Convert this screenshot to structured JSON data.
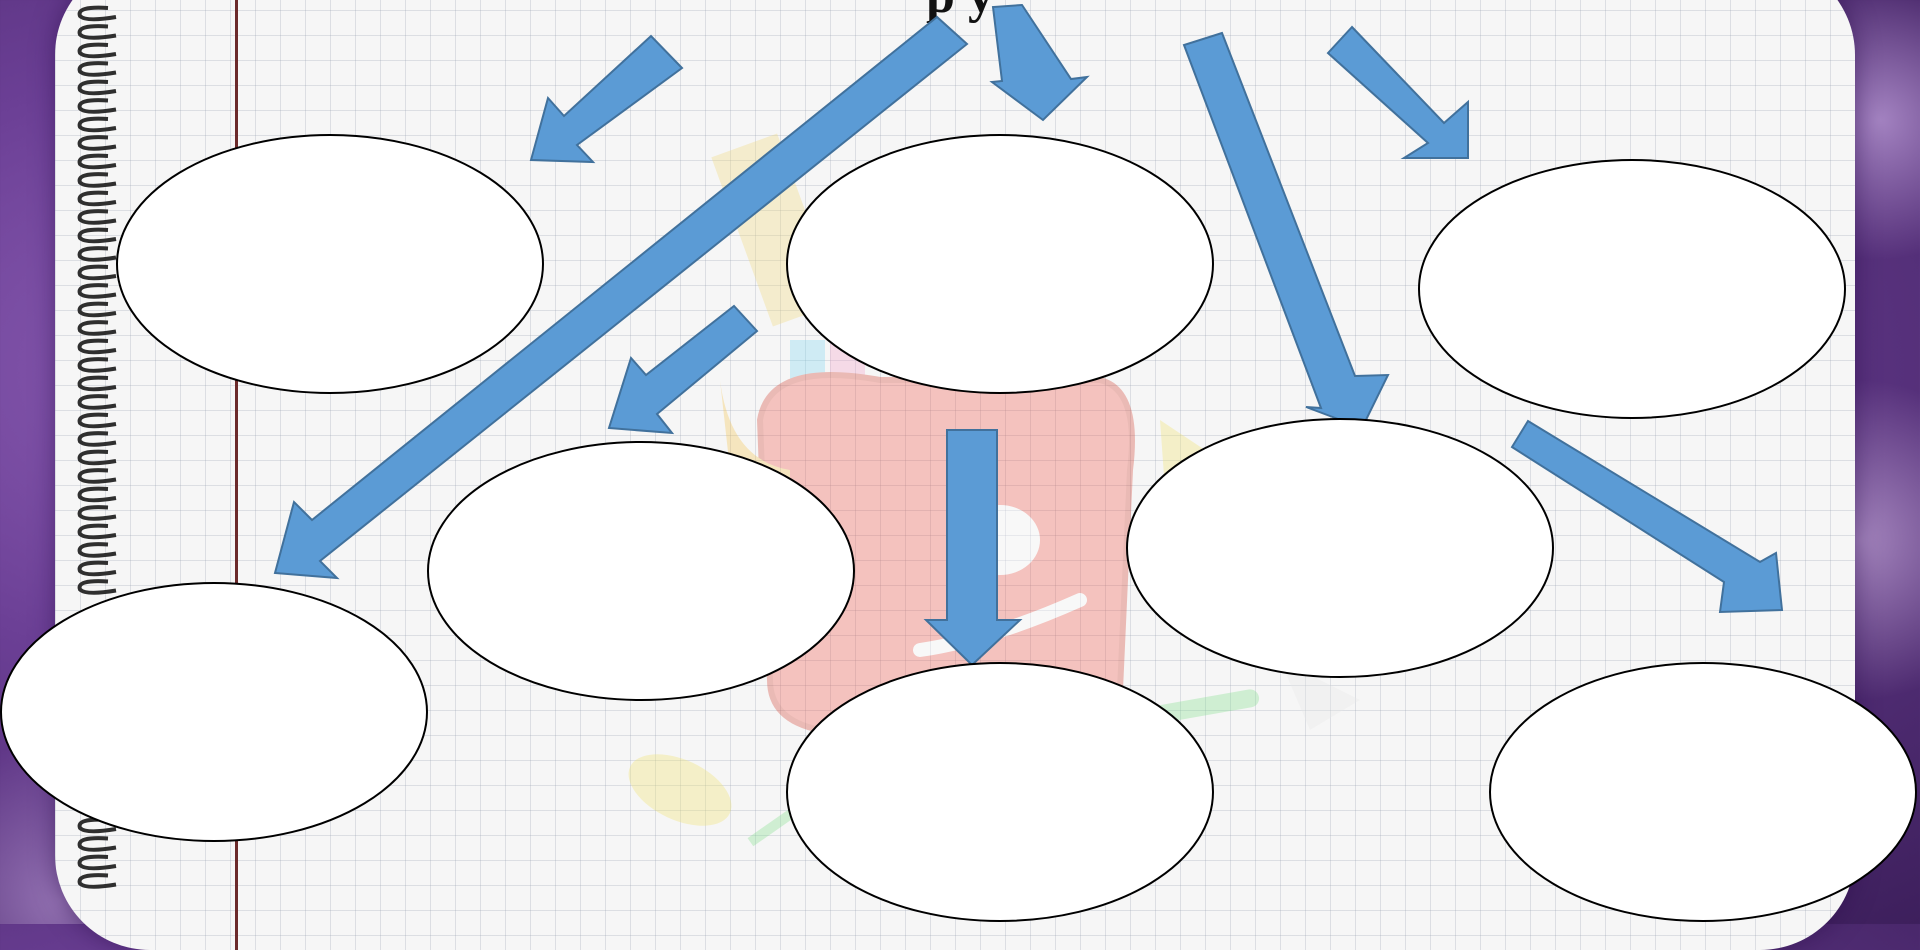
{
  "slide": {
    "title": "",
    "title_visible_fragment": "p        y"
  },
  "diagram": {
    "nodes": [
      {
        "id": "top-left",
        "text": ""
      },
      {
        "id": "top-center",
        "text": ""
      },
      {
        "id": "top-right",
        "text": ""
      },
      {
        "id": "middle-left",
        "text": ""
      },
      {
        "id": "middle-right",
        "text": ""
      },
      {
        "id": "bottom-left",
        "text": ""
      },
      {
        "id": "bottom-center",
        "text": ""
      },
      {
        "id": "bottom-right",
        "text": ""
      }
    ]
  },
  "colors": {
    "arrow_fill": "#5b9bd5",
    "arrow_stroke": "#41719c",
    "bubble_fill": "#ffffff",
    "bubble_stroke": "#000000",
    "frame_background": "#6b3f95",
    "margin_line": "#6b2a2a"
  },
  "icons": {
    "background_illustration": "school-backpack-icon",
    "binding": "spiral-binding-icon"
  }
}
